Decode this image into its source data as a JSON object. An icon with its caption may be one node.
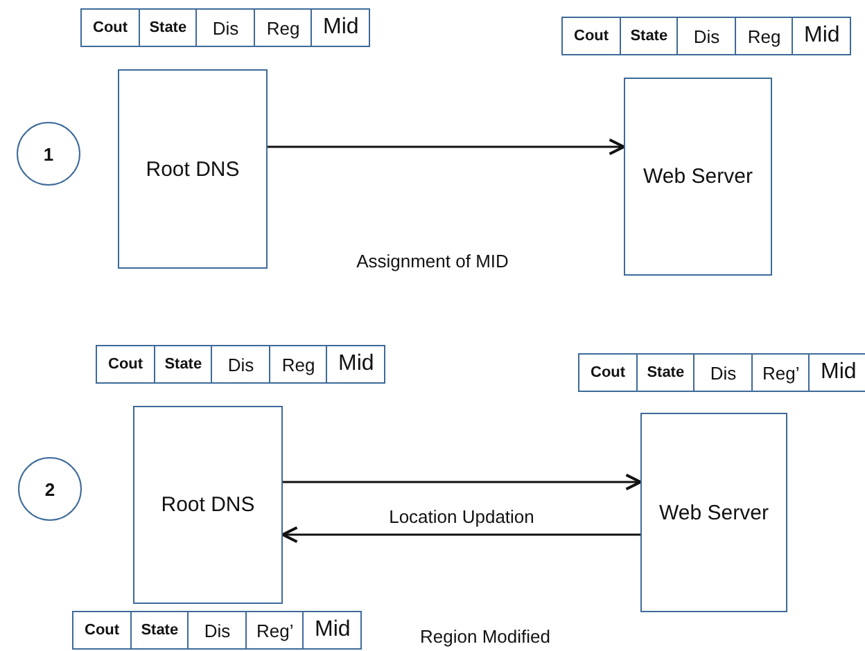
{
  "diagram": {
    "nodes": [
      {
        "text": [
          "1"
        ]
      },
      {
        "text": [
          "Root DNS"
        ]
      },
      {
        "text": [
          "Web Server"
        ]
      },
      {
        "text": [
          "2"
        ]
      },
      {
        "text": [
          "Root DNS"
        ]
      },
      {
        "text": [
          "Web Server"
        ]
      }
    ],
    "edges": [
      {
        "from": 1,
        "to": 2,
        "arrow": "to"
      },
      {
        "from": 4,
        "to": 5,
        "arrow": "to"
      },
      {
        "from": 5,
        "to": 4,
        "arrow": "to",
        "label": "Location Updation"
      }
    ],
    "labels": [
      "Cout",
      "State",
      "Dis",
      "Reg",
      "Mid",
      "Cout",
      "State",
      "Dis",
      "Reg",
      "Mid",
      "Assignment of MID",
      "Cout",
      "State",
      "Dis",
      "Reg",
      "Mid",
      "Cout",
      "State",
      "Dis",
      "Reg’",
      "Mid",
      "Cout",
      "State",
      "Dis",
      "Reg’",
      "Mid",
      "Region Modified"
    ]
  }
}
